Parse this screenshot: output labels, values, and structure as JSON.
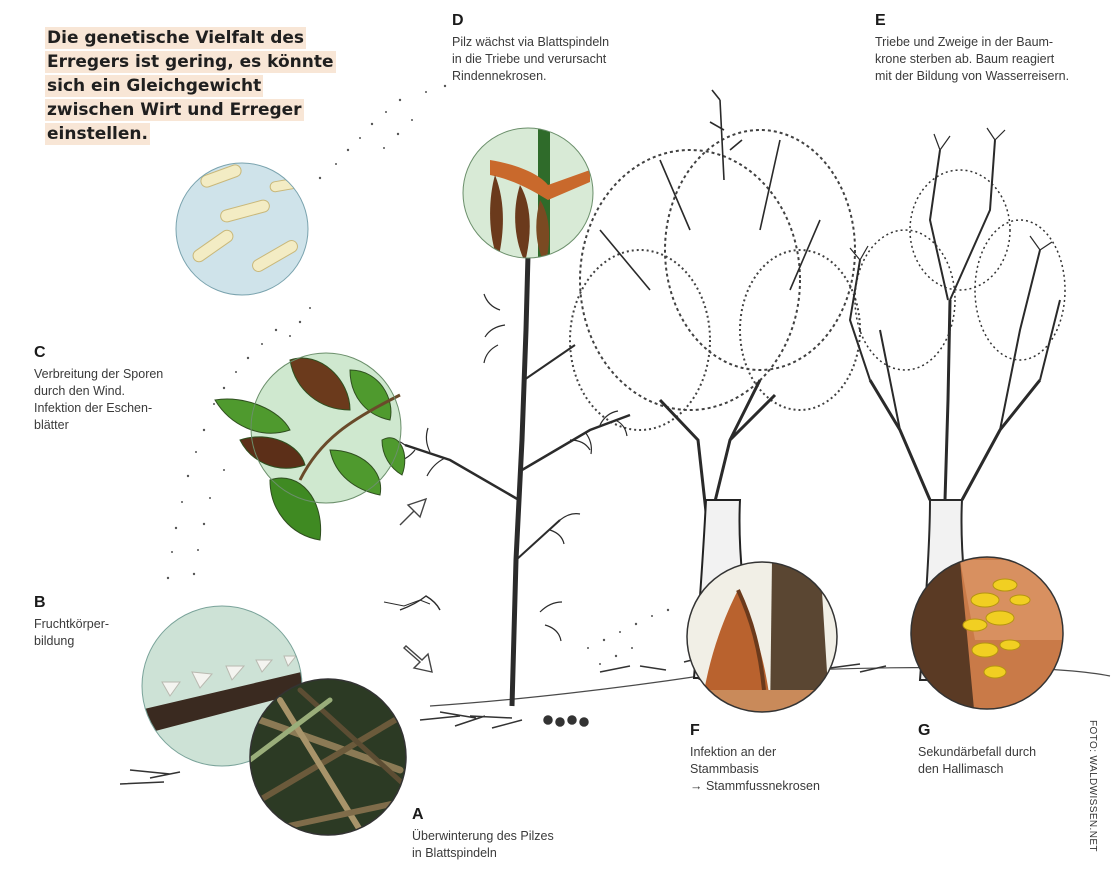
{
  "headline": {
    "lines": [
      "Die genetische Vielfalt des",
      "Erregers ist gering, es könnte",
      "sich ein Gleichgewicht",
      "zwischen Wirt und Erreger",
      "einstellen."
    ],
    "highlight_color": "#f8e6d6"
  },
  "stages": [
    {
      "letter": "D",
      "text": "Pilz wächst via Blattspindeln\nin die Triebe und verursacht\nRindennekrosen."
    },
    {
      "letter": "E",
      "text": "Triebe und Zweige in der Baum-\nkrone sterben ab. Baum reagiert\nmit der Bildung von Wasserreisern."
    },
    {
      "letter": "C",
      "text": "Verbreitung der Sporen\ndurch den Wind.\nInfektion der Eschen-\nblätter"
    },
    {
      "letter": "B",
      "text": "Fruchtkörper-\nbildung"
    },
    {
      "letter": "A",
      "text": "Überwinterung des Pilzes\nin Blattspindeln"
    },
    {
      "letter": "F",
      "text": "Infektion an der\nStammbasis\n→ Stammfussnekrosen"
    },
    {
      "letter": "G",
      "text": "Sekundärbefall durch\nden Hallimasch"
    }
  ],
  "credit": "FOTO: WALDWISSEN.NET",
  "colors": {
    "spore_bg": "#cfe3ea",
    "leaf_green": "#4f9a2e",
    "necrosis_brown": "#6b3a1c",
    "bark_orange": "#c9692c",
    "honey_fungus": "#f1cf22"
  }
}
